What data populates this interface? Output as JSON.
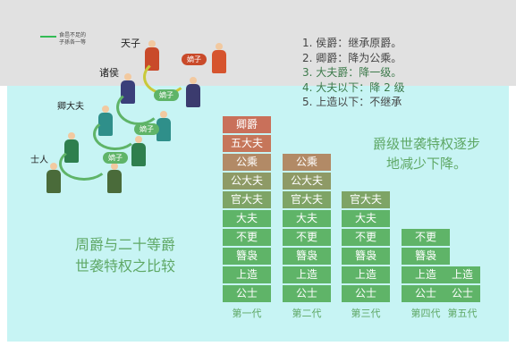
{
  "note_text": [
    "食邑不足的",
    "子孫各一等"
  ],
  "ranks": {
    "tianzi": "天子",
    "zhuhou": "诸侯",
    "qing_dafu": "卿大夫",
    "shi": "士人"
  },
  "flow_tags": [
    "嫡子",
    "嫡子",
    "嫡子",
    "嫡子"
  ],
  "rules": [
    {
      "num": "1.",
      "text": "侯爵：继承原爵。"
    },
    {
      "num": "2.",
      "text": "卿爵：降为公乘。"
    },
    {
      "num": "3.",
      "text": "大夫爵：降一级。"
    },
    {
      "num": "4.",
      "text": "大夫以下：降 2 级"
    },
    {
      "num": "5.",
      "text": "上造以下：不继承"
    }
  ],
  "chart_data": {
    "type": "table",
    "generations": [
      "第一代",
      "第二代",
      "第三代",
      "第四代",
      "第五代"
    ],
    "columns": [
      [
        "卿爵",
        "五大夫",
        "公乘",
        "公大夫",
        "官大夫",
        "大夫",
        "不更",
        "簪袅",
        "上造",
        "公士"
      ],
      [
        "公乘",
        "公大夫",
        "官大夫",
        "大夫",
        "不更",
        "簪袅",
        "上造",
        "公士"
      ],
      [
        "官大夫",
        "大夫",
        "不更",
        "簪袅",
        "上造",
        "公士"
      ],
      [
        "不更",
        "簪袅",
        "上造",
        "公士"
      ],
      [
        "上造",
        "公士"
      ]
    ],
    "colors": {
      "卿爵": "#c9705a",
      "五大夫": "#c6765a",
      "公乘": "#b28a66",
      "公大夫": "#8e9a66",
      "官大夫": "#7ea466",
      "default": "#5fb468"
    }
  },
  "annotation": [
    "爵级世袭特权逐步",
    "地减少下降。"
  ],
  "caption": [
    "周爵与二十等爵",
    "世袭特权之比较"
  ]
}
